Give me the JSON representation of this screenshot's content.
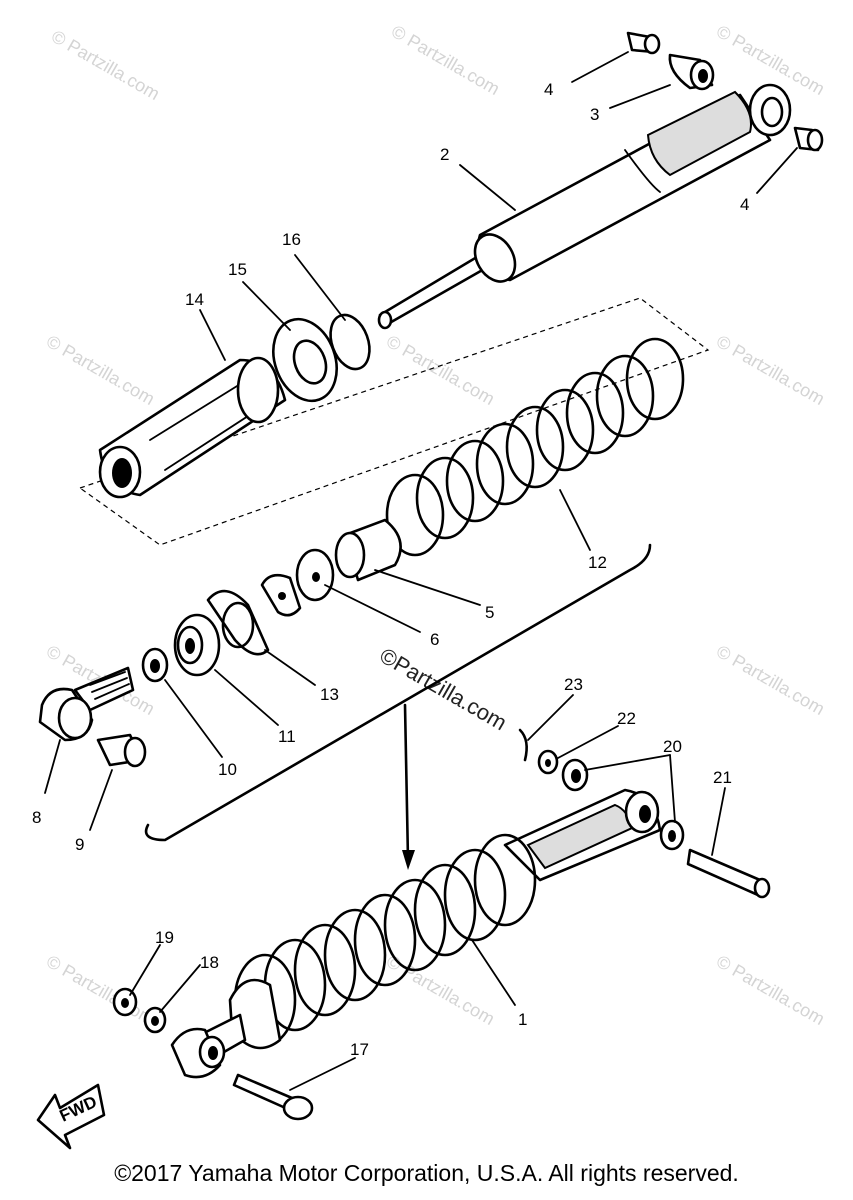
{
  "watermark": "Partzilla.com",
  "watermark_symbol": "©",
  "fwd_label": "FWD",
  "copyright": "©2017 Yamaha Motor Corporation, U.S.A. All rights reserved.",
  "callouts": {
    "c1": "1",
    "c2": "2",
    "c3": "3",
    "c4a": "4",
    "c4b": "4",
    "c5": "5",
    "c6": "6",
    "c8": "8",
    "c9": "9",
    "c10": "10",
    "c11": "11",
    "c12": "12",
    "c13": "13",
    "c14": "14",
    "c15": "15",
    "c16": "16",
    "c17": "17",
    "c18": "18",
    "c19": "19",
    "c20": "20",
    "c21": "21",
    "c22": "22",
    "c23": "23"
  }
}
